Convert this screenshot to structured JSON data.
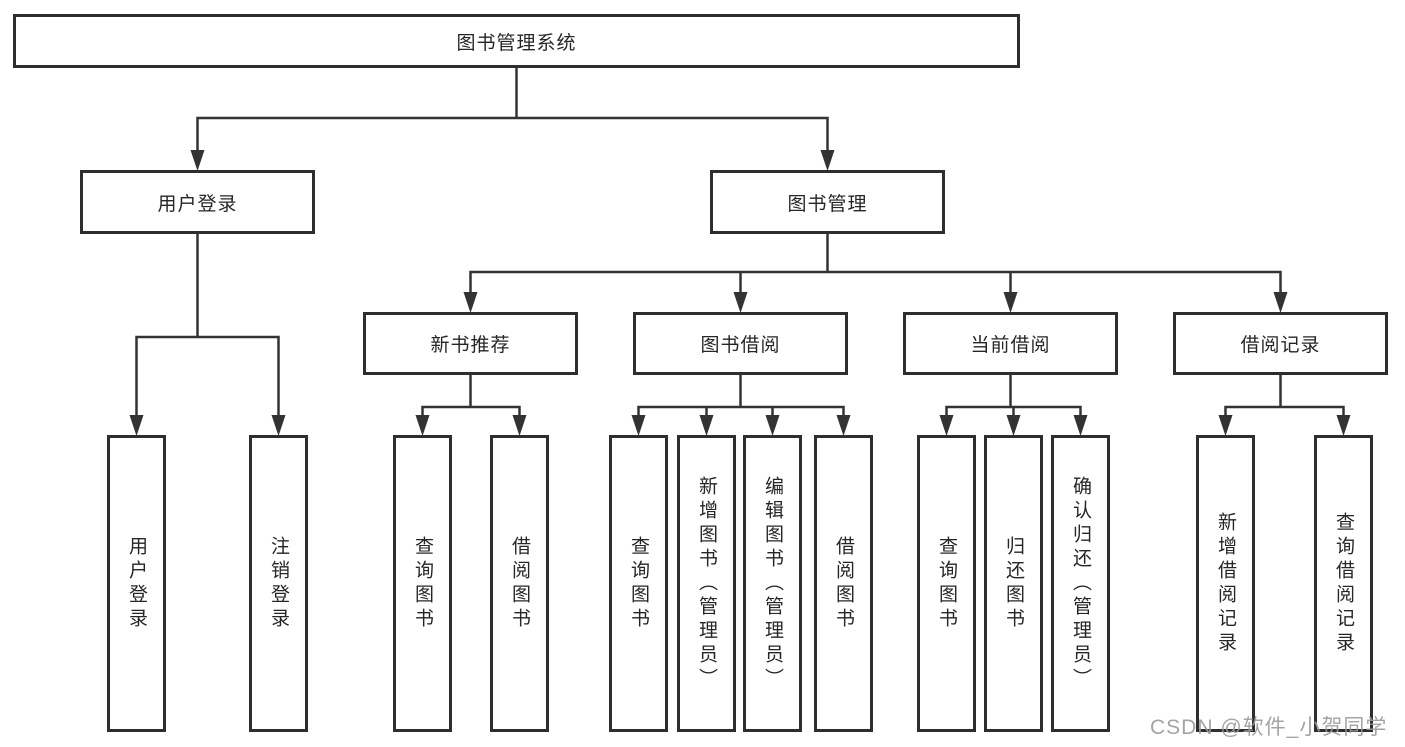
{
  "diagram": {
    "type": "hierarchy-tree",
    "tree": {
      "root": {
        "label": "图书管理系统",
        "children": [
          {
            "label": "用户登录",
            "children": [
              {
                "label": "用户登录"
              },
              {
                "label": "注销登录"
              }
            ]
          },
          {
            "label": "图书管理",
            "children": [
              {
                "label": "新书推荐",
                "children": [
                  {
                    "label": "查询图书"
                  },
                  {
                    "label": "借阅图书"
                  }
                ]
              },
              {
                "label": "图书借阅",
                "children": [
                  {
                    "label": "查询图书"
                  },
                  {
                    "label": "新增图书（管理员）"
                  },
                  {
                    "label": "编辑图书（管理员）"
                  },
                  {
                    "label": "借阅图书"
                  }
                ]
              },
              {
                "label": "当前借阅",
                "children": [
                  {
                    "label": "查询图书"
                  },
                  {
                    "label": "归还图书"
                  },
                  {
                    "label": "确认归还（管理员）"
                  }
                ]
              },
              {
                "label": "借阅记录",
                "children": [
                  {
                    "label": "新增借阅记录"
                  },
                  {
                    "label": "查询借阅记录"
                  }
                ]
              }
            ]
          }
        ]
      }
    },
    "colors": {
      "line": "#333333",
      "box_border": "#2e2e2e",
      "box_bg": "#ffffff",
      "label_text": "#262626",
      "watermark_text": "#9b9b9b"
    }
  },
  "watermark": {
    "text": "CSDN @软件_小贺同学"
  }
}
